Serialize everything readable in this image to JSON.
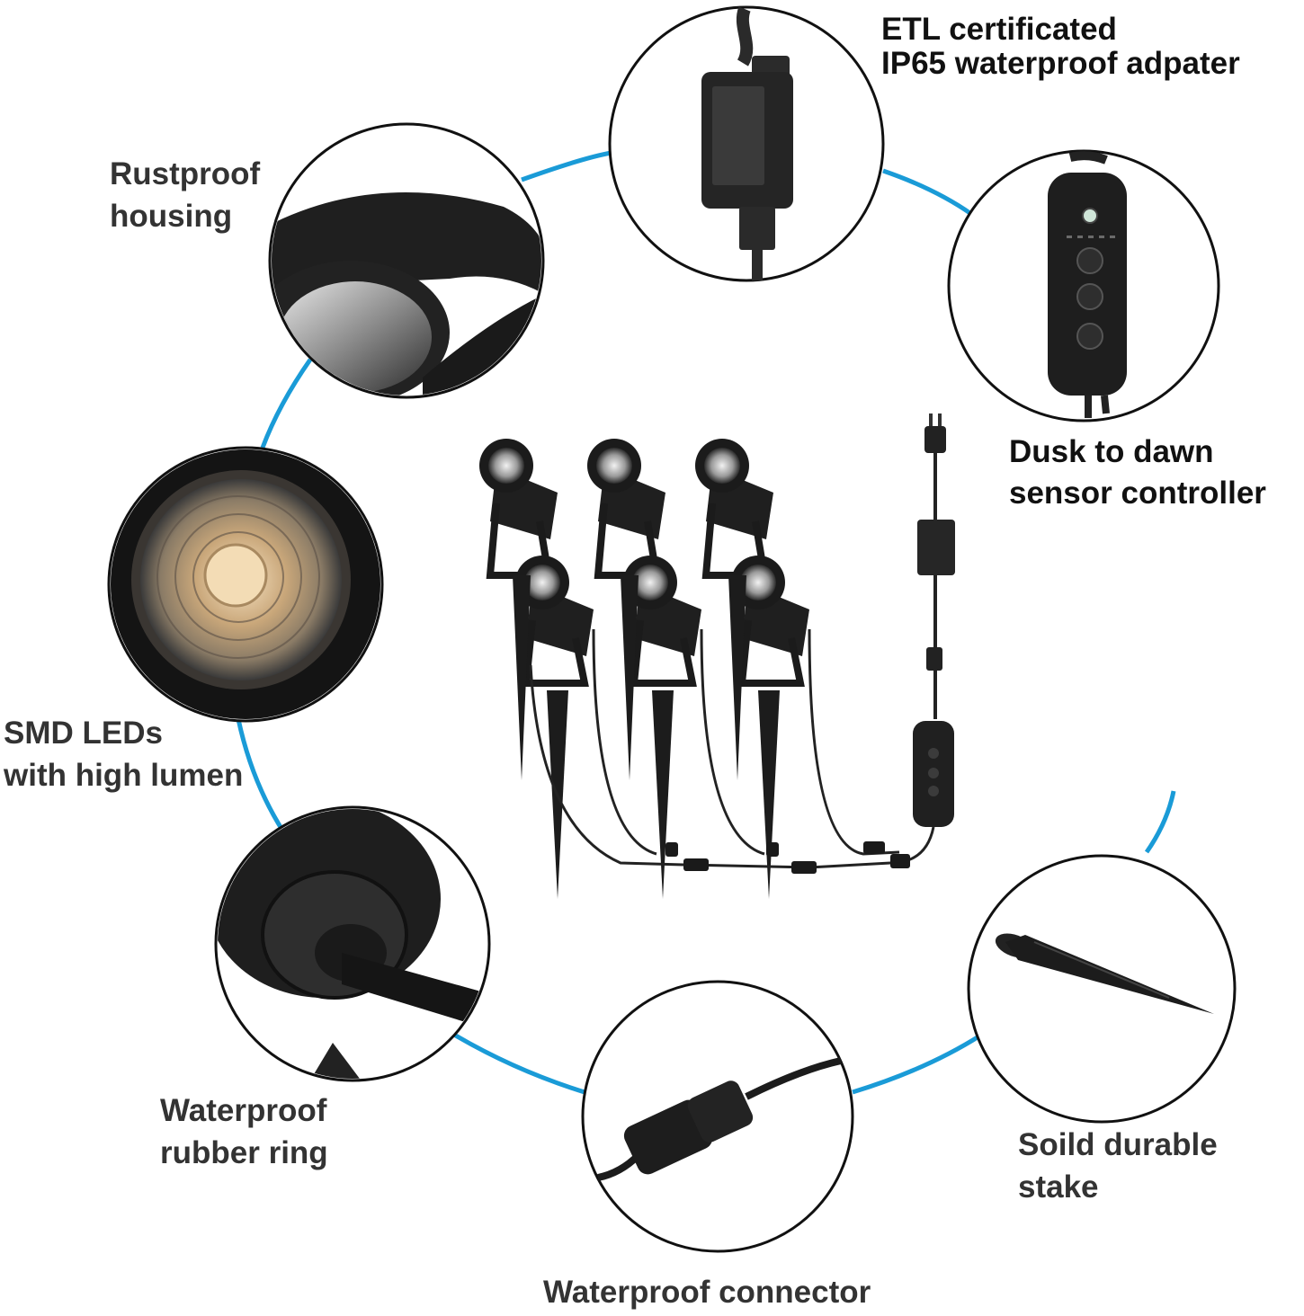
{
  "colors": {
    "ring_line": "#1a9bd7",
    "circle_stroke": "#111111",
    "label_text": "#333333",
    "product_black": "#1c1c1c"
  },
  "features": [
    {
      "id": "adapter",
      "icon": "power-adapter-icon",
      "lines": [
        "ETL certificated",
        "IP65 waterproof adpater"
      ]
    },
    {
      "id": "housing",
      "icon": "lamp-housing-icon",
      "lines": [
        "Rustproof",
        "housing"
      ]
    },
    {
      "id": "controller",
      "icon": "sensor-controller-icon",
      "lines": [
        "Dusk to dawn",
        "sensor controller"
      ]
    },
    {
      "id": "leds",
      "icon": "led-reflector-icon",
      "lines": [
        "SMD LEDs",
        "with high lumen"
      ]
    },
    {
      "id": "ring",
      "icon": "rubber-ring-icon",
      "lines": [
        "Waterproof",
        "rubber ring"
      ]
    },
    {
      "id": "stake",
      "icon": "ground-stake-icon",
      "lines": [
        "Soild durable",
        "stake"
      ]
    },
    {
      "id": "connector",
      "icon": "cable-connector-icon",
      "lines": [
        "Waterproof connector"
      ]
    }
  ]
}
